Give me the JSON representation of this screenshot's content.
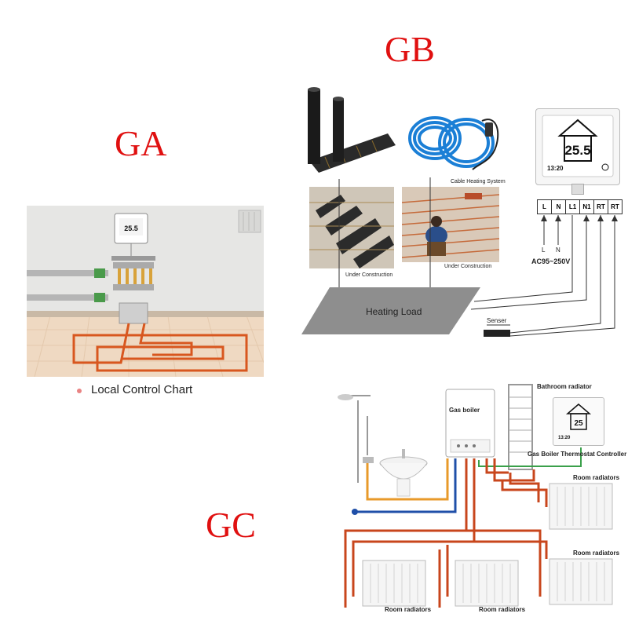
{
  "labels": {
    "ga": "GA",
    "gb": "GB",
    "gc": "GC"
  },
  "ga": {
    "caption": "Local Control Chart",
    "thermostat_temp": "25.5"
  },
  "gb": {
    "film_caption": "Under Construction",
    "cable_title": "Cable Heating System",
    "cable_caption": "Under Construction",
    "heating_load": "Heating Load",
    "sensor": "Senser",
    "terminals": [
      "L",
      "N",
      "L1",
      "N1",
      "RT",
      "RT"
    ],
    "lead_l": "L",
    "lead_n": "N",
    "voltage": "AC95~250V",
    "thermostat_temp": "25.5",
    "thermostat_time": "13:20"
  },
  "gc": {
    "gas_boiler": "Gas boiler",
    "bathroom_radiator": "Bathroom radiator",
    "thermostat_controller": "Gas  Boiler Thermostat Controller",
    "room_radiators_1": "Room radiators",
    "room_radiators_2": "Room radiators",
    "room_radiators_3": "Room radiators",
    "room_radiators_4": "Room radiators",
    "thermostat_temp": "25",
    "thermostat_time": "13:20"
  },
  "colors": {
    "label_red": "#e01010",
    "hot_pipe": "#c8461c",
    "cold_pipe": "#1f4fa8",
    "warm_pipe": "#e89a2a",
    "green_wire": "#3aa04a",
    "cable_blue": "#1b7fd6"
  }
}
